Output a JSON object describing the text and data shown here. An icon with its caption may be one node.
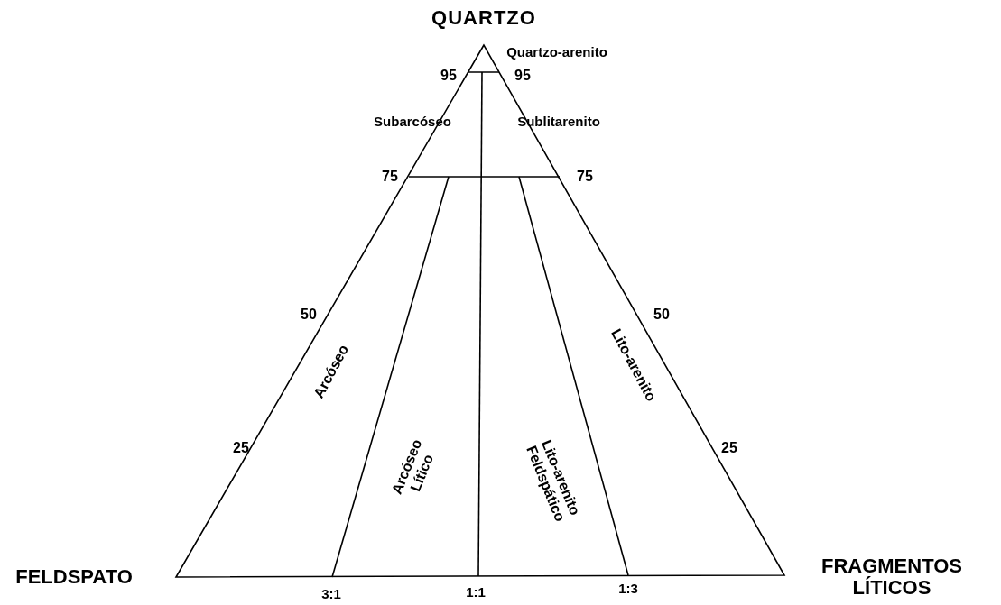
{
  "diagram": {
    "labels": [
      "QUARTZO",
      "Quartzo-arenito",
      "95",
      "95",
      "Subarcóseo",
      "Sublitarenito",
      "75",
      "75",
      "50",
      "Arcóseo",
      "Lito-arenito",
      "50",
      "25",
      "Arcóseo Lítico",
      "Lito-arenito Feldspático",
      "25",
      "FELDSPATO",
      "FRAGMENTOS LÍTICOS",
      "3:1",
      "1:1",
      "1:3"
    ]
  }
}
